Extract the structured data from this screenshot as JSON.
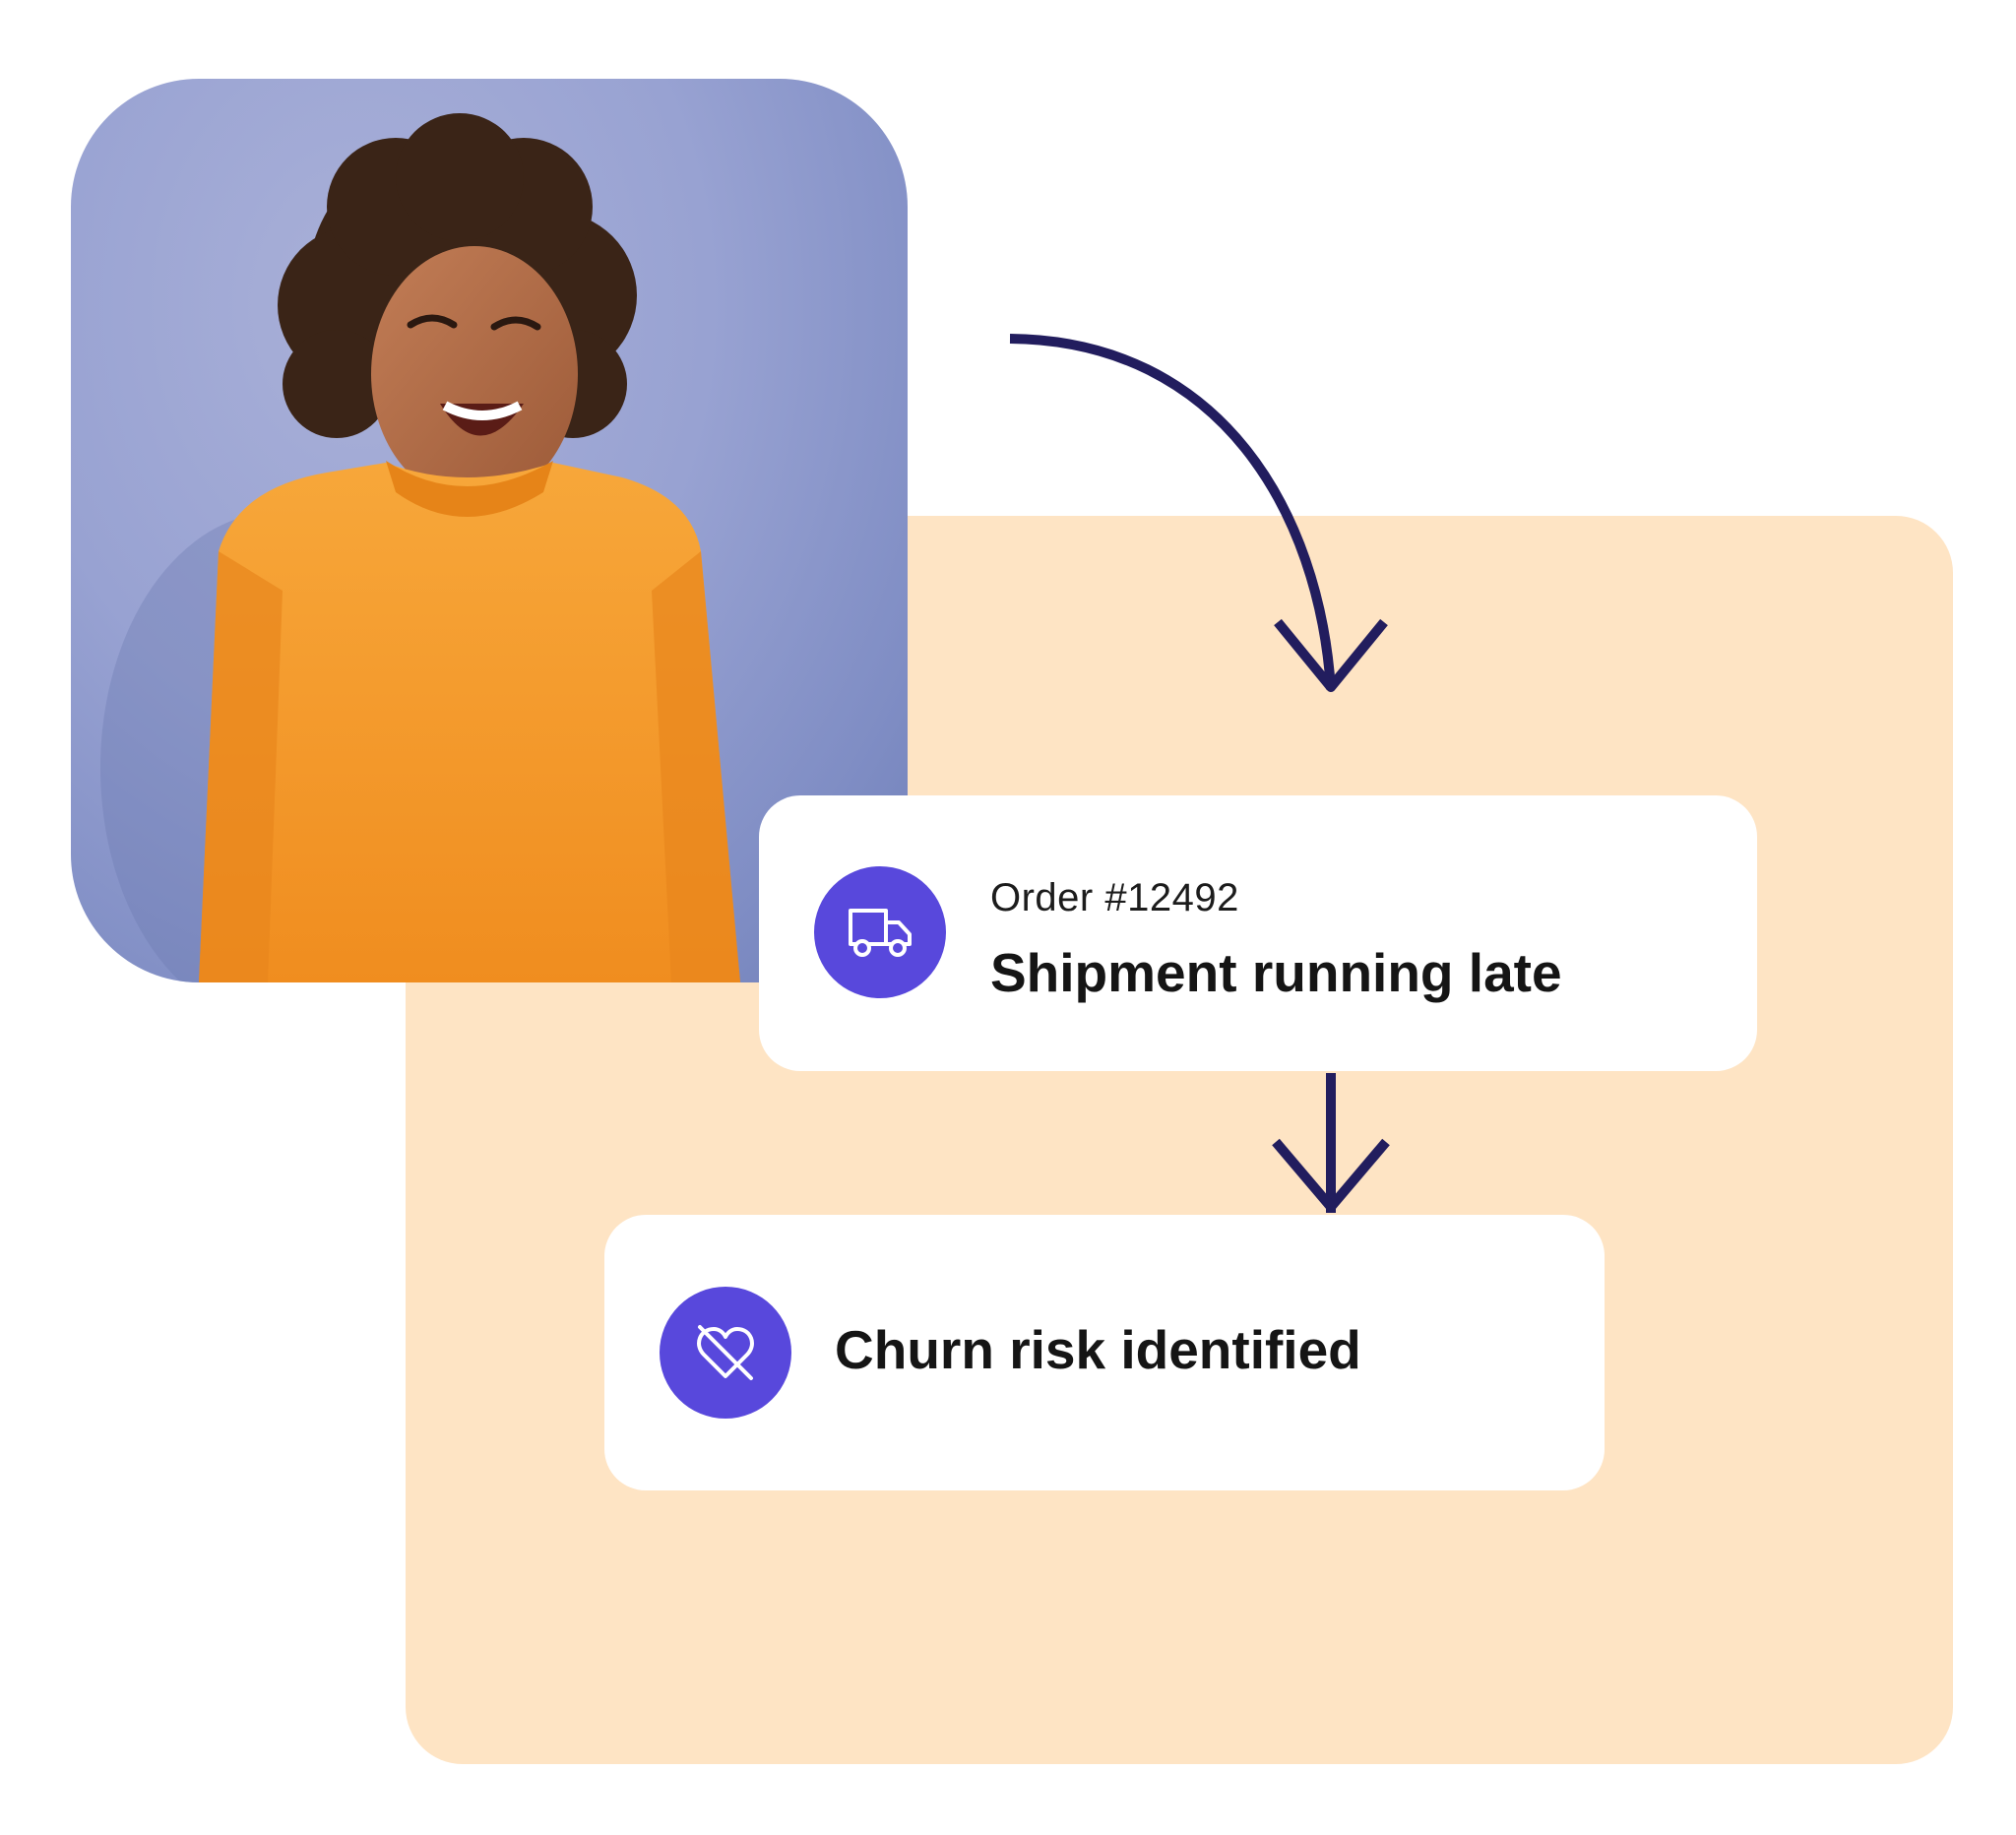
{
  "photo": {
    "subject": "smiling woman in orange sweater"
  },
  "colors": {
    "panel": "#fee4c4",
    "accent": "#5848dc",
    "arrow": "#221d5e",
    "photo_bg": "#98a2d2",
    "sweater": "#f59a2c"
  },
  "cards": {
    "shipment": {
      "icon": "truck-icon",
      "order": "Order #12492",
      "title": "Shipment running late"
    },
    "churn": {
      "icon": "heart-off-icon",
      "title": "Churn risk identified"
    }
  }
}
